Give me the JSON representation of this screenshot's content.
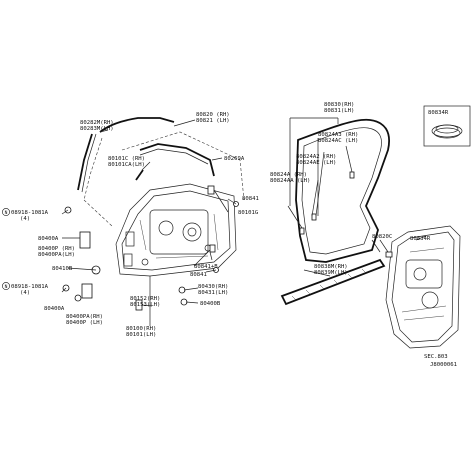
{
  "labels": {
    "l80282": "80282M(RH)",
    "l80283": "80283M(LH)",
    "l80820": "80820 (RH)",
    "l80821": "80821 (LH)",
    "l80101c": "80101C (RH)",
    "l80101ca": "80101CA(LH)",
    "l80269a": "80269A",
    "l80841": "80841",
    "l80101g": "80101G",
    "l80841b": "80841+B",
    "l80841c": "80841",
    "l08918a": "08918-1081A",
    "l4a": "(4)",
    "l80400a": "80400A",
    "l80400p": "80400P (RH)",
    "l80400pa": "80400PA(LH)",
    "l80410b": "80410B",
    "l08918b": "08918-1081A",
    "l4b": "(4)",
    "l80400a2": "80400A",
    "l80400pa2": "80400PA(RH)",
    "l80400p2": "80400P (LH)",
    "l80152": "80152(RH)",
    "l80153": "80153(LH)",
    "l80430": "80430(RH)",
    "l80431": "80431(LH)",
    "l80400b": "80400B",
    "l80100": "80100(RH)",
    "l80101": "80101(LH)",
    "l80830": "80830(RH)",
    "l80831": "80831(LH)",
    "l80824a3": "80824A3 (RH)",
    "l80824ac": "80824AC (LH)",
    "l80824a2": "80824A2 (RH)",
    "l80824ae": "80824AE (LH)",
    "l80824a": "80824A (RH)",
    "l80824aa": "80824AA (LH)",
    "l80820c": "80820C",
    "l80834r": "80834R",
    "l80838": "80838M(RH)",
    "l80839": "80839M(LH)",
    "l80834r_box": "80834R",
    "sec": "SEC.803",
    "code": "J8000061"
  },
  "circle_markers": [
    "N",
    "N"
  ]
}
